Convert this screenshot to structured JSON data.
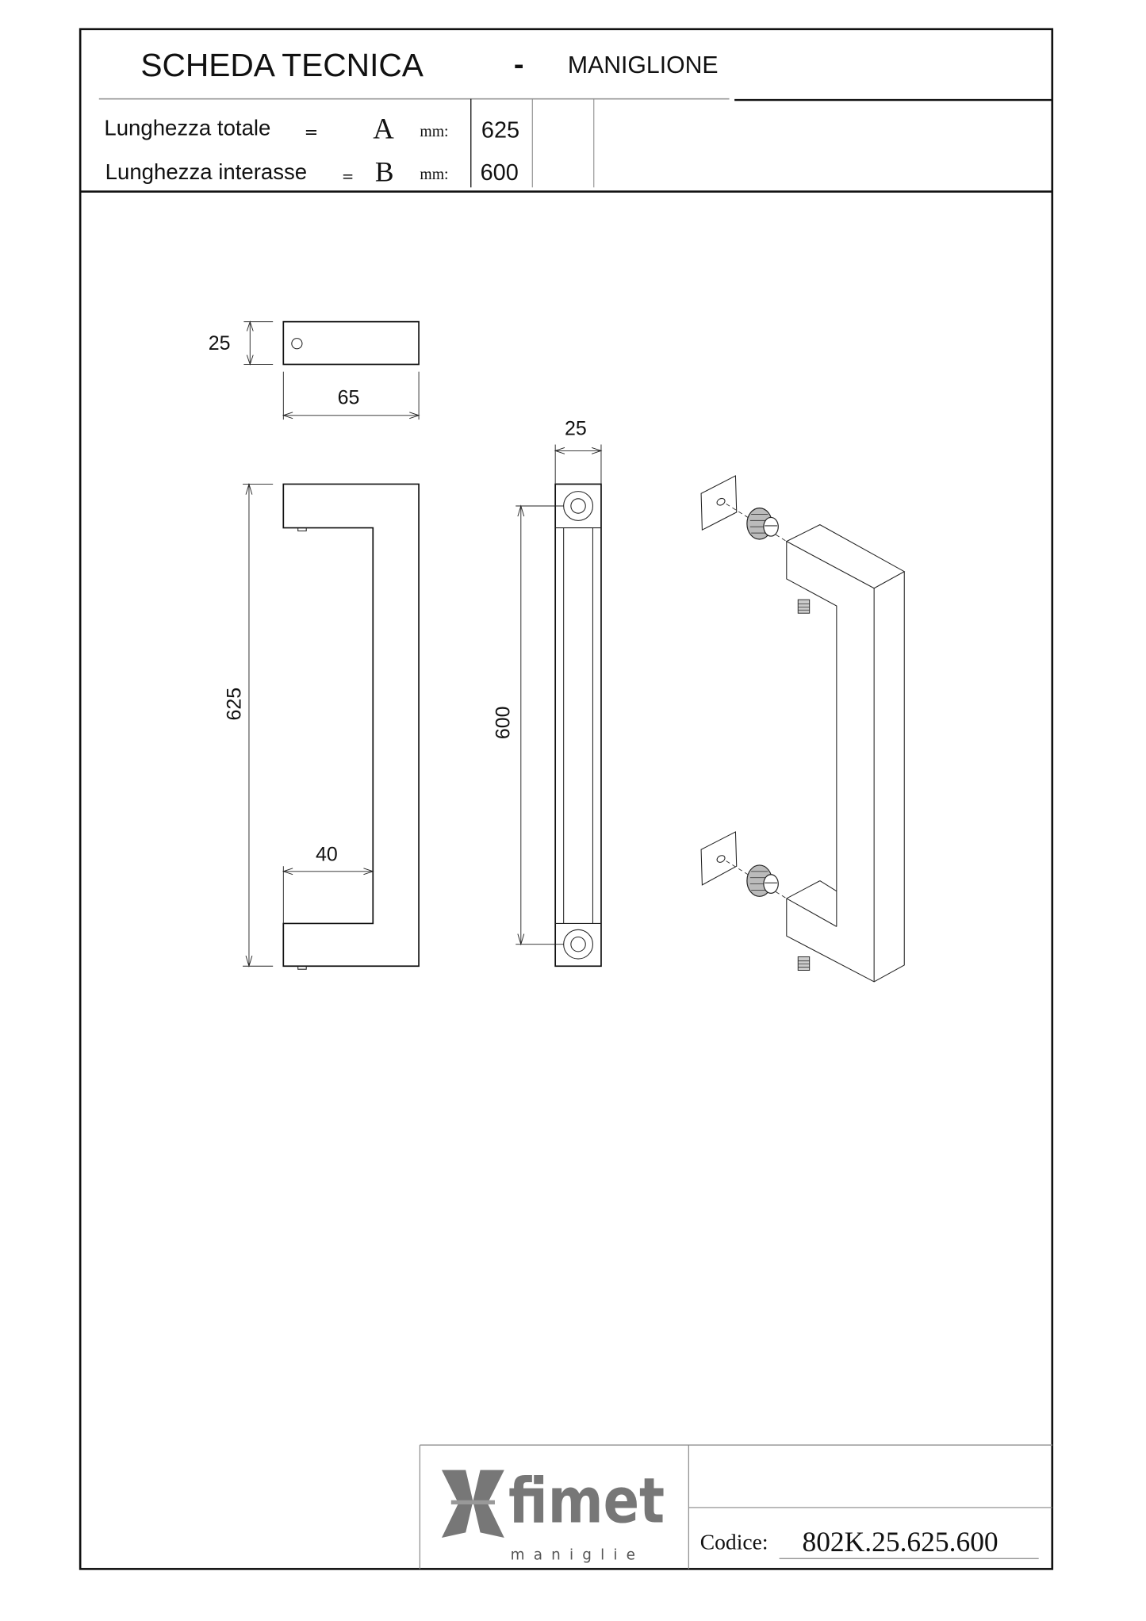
{
  "header": {
    "title": "SCHEDA TECNICA",
    "separator": "-",
    "subtitle": "MANIGLIONE"
  },
  "specs": [
    {
      "label": "Lunghezza totale",
      "eq": "=",
      "letter": "A",
      "unit": "mm:",
      "value": "625"
    },
    {
      "label": "Lunghezza interasse",
      "eq": "=",
      "letter": "B",
      "unit": "mm:",
      "value": "600"
    }
  ],
  "drawing": {
    "top_view": {
      "height_label": "25",
      "width_label": "65"
    },
    "front_view": {
      "length_label": "625",
      "depth_label": "40"
    },
    "side_view": {
      "width_label": "25",
      "centers_label": "600"
    }
  },
  "footer": {
    "logo": {
      "brand": "fimet",
      "tagline": "maniglie",
      "color": "#777777"
    },
    "code_label": "Codice:",
    "code_value": "802K.25.625.600"
  }
}
